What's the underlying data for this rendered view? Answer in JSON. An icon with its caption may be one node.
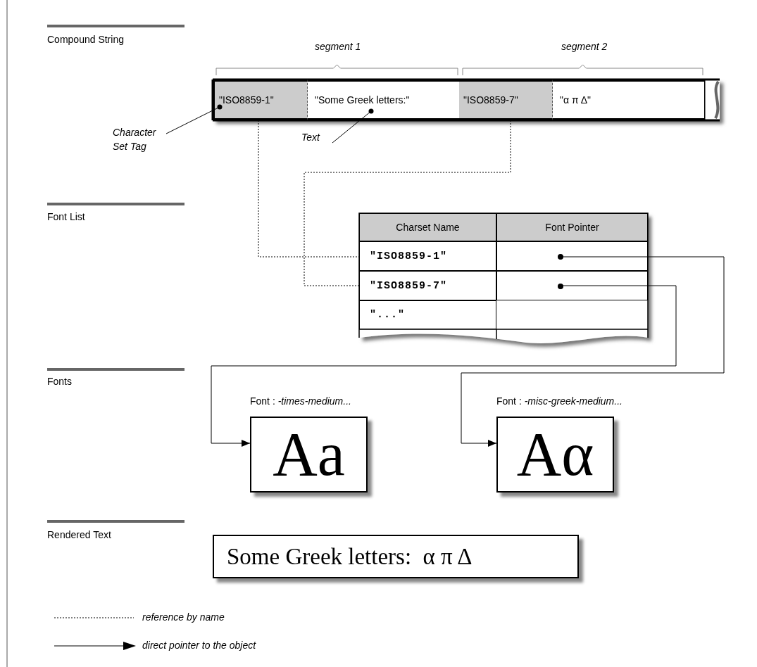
{
  "diagram": {
    "nodes": [
      {
        "text": [
          "Character Set Tag"
        ]
      },
      {
        "text": [
          "Text"
        ]
      },
      {
        "text": [
          "\"ISO8859-1\""
        ]
      },
      {
        "text": [
          "\"Some Greek letters:\""
        ]
      },
      {
        "text": [
          "\"ISO8859-7\""
        ]
      },
      {
        "text": [
          "\"α π Δ\""
        ]
      },
      {
        "text": [
          "Charset Name"
        ]
      },
      {
        "text": [
          "Font Pointer"
        ]
      },
      {
        "text": [
          "\"ISO8859-1\""
        ]
      },
      {
        "text": [],
        "shape": "box"
      },
      {
        "text": [
          "\"ISO8859-7\""
        ]
      },
      {
        "text": [],
        "shape": "box"
      },
      {
        "text": [
          "\"...\""
        ]
      },
      {
        "text": [
          "Font :  *-times-medium...*",
          "Aa"
        ]
      },
      {
        "text": [
          "Font :  *-misc-greek-medium...*",
          "Aα"
        ]
      },
      {
        "text": [
          "Some Greek letters:  α π Δ"
        ]
      }
    ],
    "edges": [
      {
        "from": 0,
        "to": 2,
        "arrow": "other"
      },
      {
        "from": 1,
        "to": 3,
        "arrow": "other"
      },
      {
        "from": 2,
        "to": 8,
        "arrow": "none",
        "style": "dashed"
      },
      {
        "from": 4,
        "to": 10,
        "arrow": "none",
        "style": "dashed"
      },
      {
        "from": 9,
        "to": 14,
        "arrow": "to"
      },
      {
        "from": 11,
        "to": 13,
        "arrow": "to"
      }
    ],
    "labels": [
      "Compound String",
      "segment 1",
      "segment 2",
      "Font List",
      "Fonts",
      "Rendered Text"
    ],
    "legend": [
      {
        "text": "reference by name"
      },
      {
        "text": "direct pointer to the object"
      }
    ]
  }
}
